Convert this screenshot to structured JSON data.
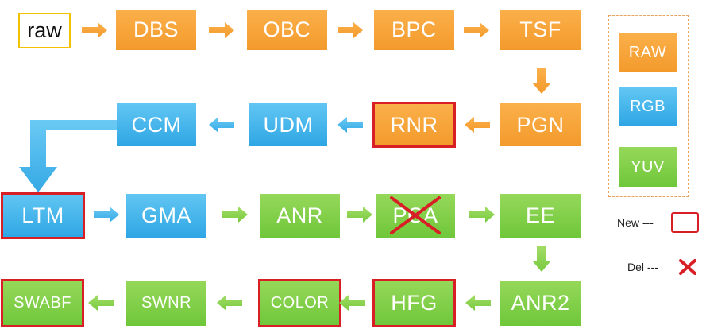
{
  "input_label": "raw",
  "colors": {
    "raw": "#f7a53b",
    "rgb": "#45b6ee",
    "yuv": "#80cf48",
    "new_border": "#d81f26",
    "del_mark": "#d81f26",
    "raw_box_border": "#f2c200"
  },
  "nodes": {
    "dbs": {
      "label": "DBS",
      "type": "raw"
    },
    "obc": {
      "label": "OBC",
      "type": "raw"
    },
    "bpc": {
      "label": "BPC",
      "type": "raw"
    },
    "tsf": {
      "label": "TSF",
      "type": "raw"
    },
    "pgn": {
      "label": "PGN",
      "type": "raw"
    },
    "rnr": {
      "label": "RNR",
      "type": "raw",
      "new": true
    },
    "udm": {
      "label": "UDM",
      "type": "rgb"
    },
    "ccm": {
      "label": "CCM",
      "type": "rgb"
    },
    "ltm": {
      "label": "LTM",
      "type": "rgb",
      "new": true
    },
    "gma": {
      "label": "GMA",
      "type": "rgb"
    },
    "anr": {
      "label": "ANR",
      "type": "yuv"
    },
    "pca": {
      "label": "PCA",
      "type": "yuv",
      "deleted": true
    },
    "ee": {
      "label": "EE",
      "type": "yuv"
    },
    "anr2": {
      "label": "ANR2",
      "type": "yuv"
    },
    "hfg": {
      "label": "HFG",
      "type": "yuv",
      "new": true
    },
    "color": {
      "label": "COLOR",
      "type": "yuv",
      "new": true
    },
    "swnr": {
      "label": "SWNR",
      "type": "yuv"
    },
    "swabf": {
      "label": "SWABF",
      "type": "yuv",
      "new": true
    }
  },
  "legend": {
    "raw": "RAW",
    "rgb": "RGB",
    "yuv": "YUV",
    "new": "New ---",
    "del": "Del ---"
  }
}
